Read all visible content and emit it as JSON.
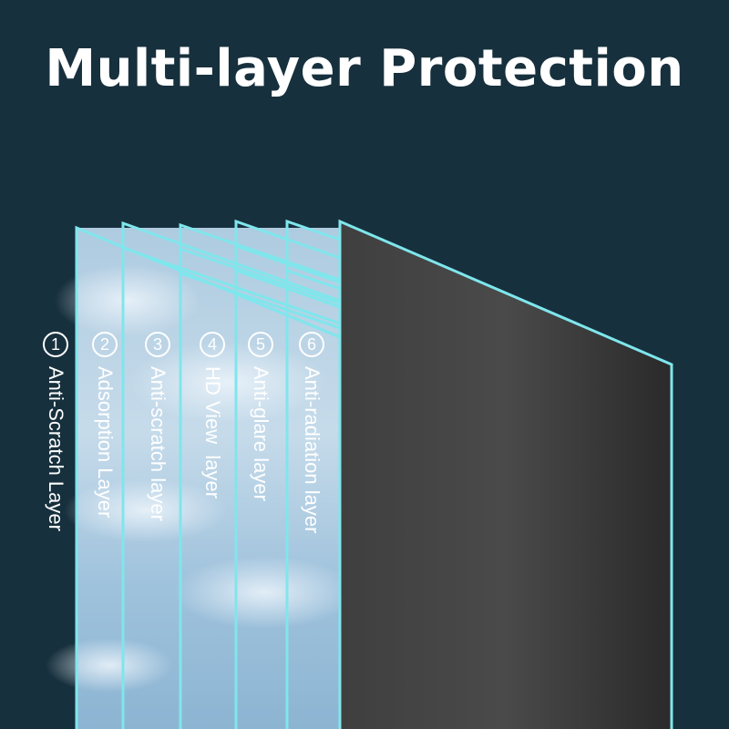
{
  "title": "Multi-layer Protection",
  "layers": [
    {
      "number": "1",
      "name": "Anti-Scratch Layer"
    },
    {
      "number": "2",
      "name": "Adsorption Layer"
    },
    {
      "number": "3",
      "name": "Anti-scratch layer"
    },
    {
      "number": "4",
      "name": "HD View  layer"
    },
    {
      "number": "5",
      "name": "Anti-glare layer"
    },
    {
      "number": "6",
      "name": "Anti-radiation layer"
    }
  ],
  "colors": {
    "background": "#17303d",
    "layer_edge": "#7fe6ec",
    "title_text": "#ffffff",
    "privacy_panel": "#2e2e2e"
  }
}
